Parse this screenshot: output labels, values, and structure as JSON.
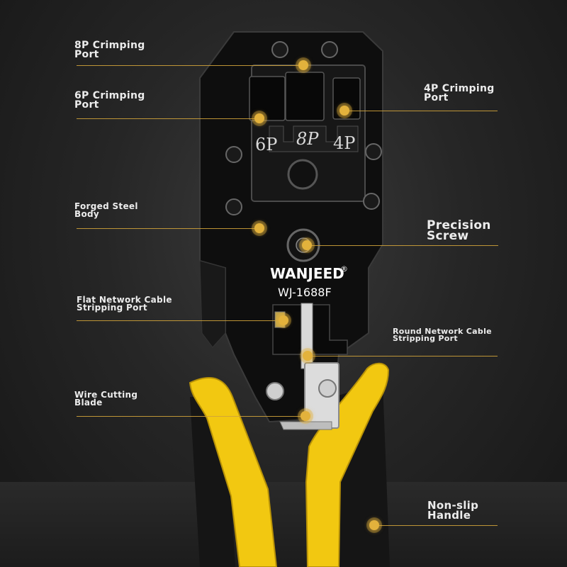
{
  "brand": {
    "name": "WANJEED",
    "registered_mark": "®",
    "model": "WJ-1688F"
  },
  "die_markings": {
    "port_6p": "6P",
    "port_8p": "8P",
    "port_4p": "4P"
  },
  "callouts": {
    "crimp_8p": "8P Crimping\n Port",
    "crimp_6p": "6P Crimping\n Port",
    "crimp_4p": "4P Crimping\n Port",
    "forged_body": "Forged Steel\n Body",
    "precision_screw": "Precision\n Screw",
    "flat_stripping": "Flat Network Cable\n Stripping Port",
    "round_stripping": "Round Network Cable\n Stripping Port",
    "cutting_blade": "Wire Cutting\n Blade",
    "handle": "Non-slip\n Handle"
  },
  "colors": {
    "accent_dot": "#e3b23c",
    "leader_line": "#cfa23a",
    "handle_yellow": "#f2c811",
    "body_black": "#0e0e0e"
  }
}
